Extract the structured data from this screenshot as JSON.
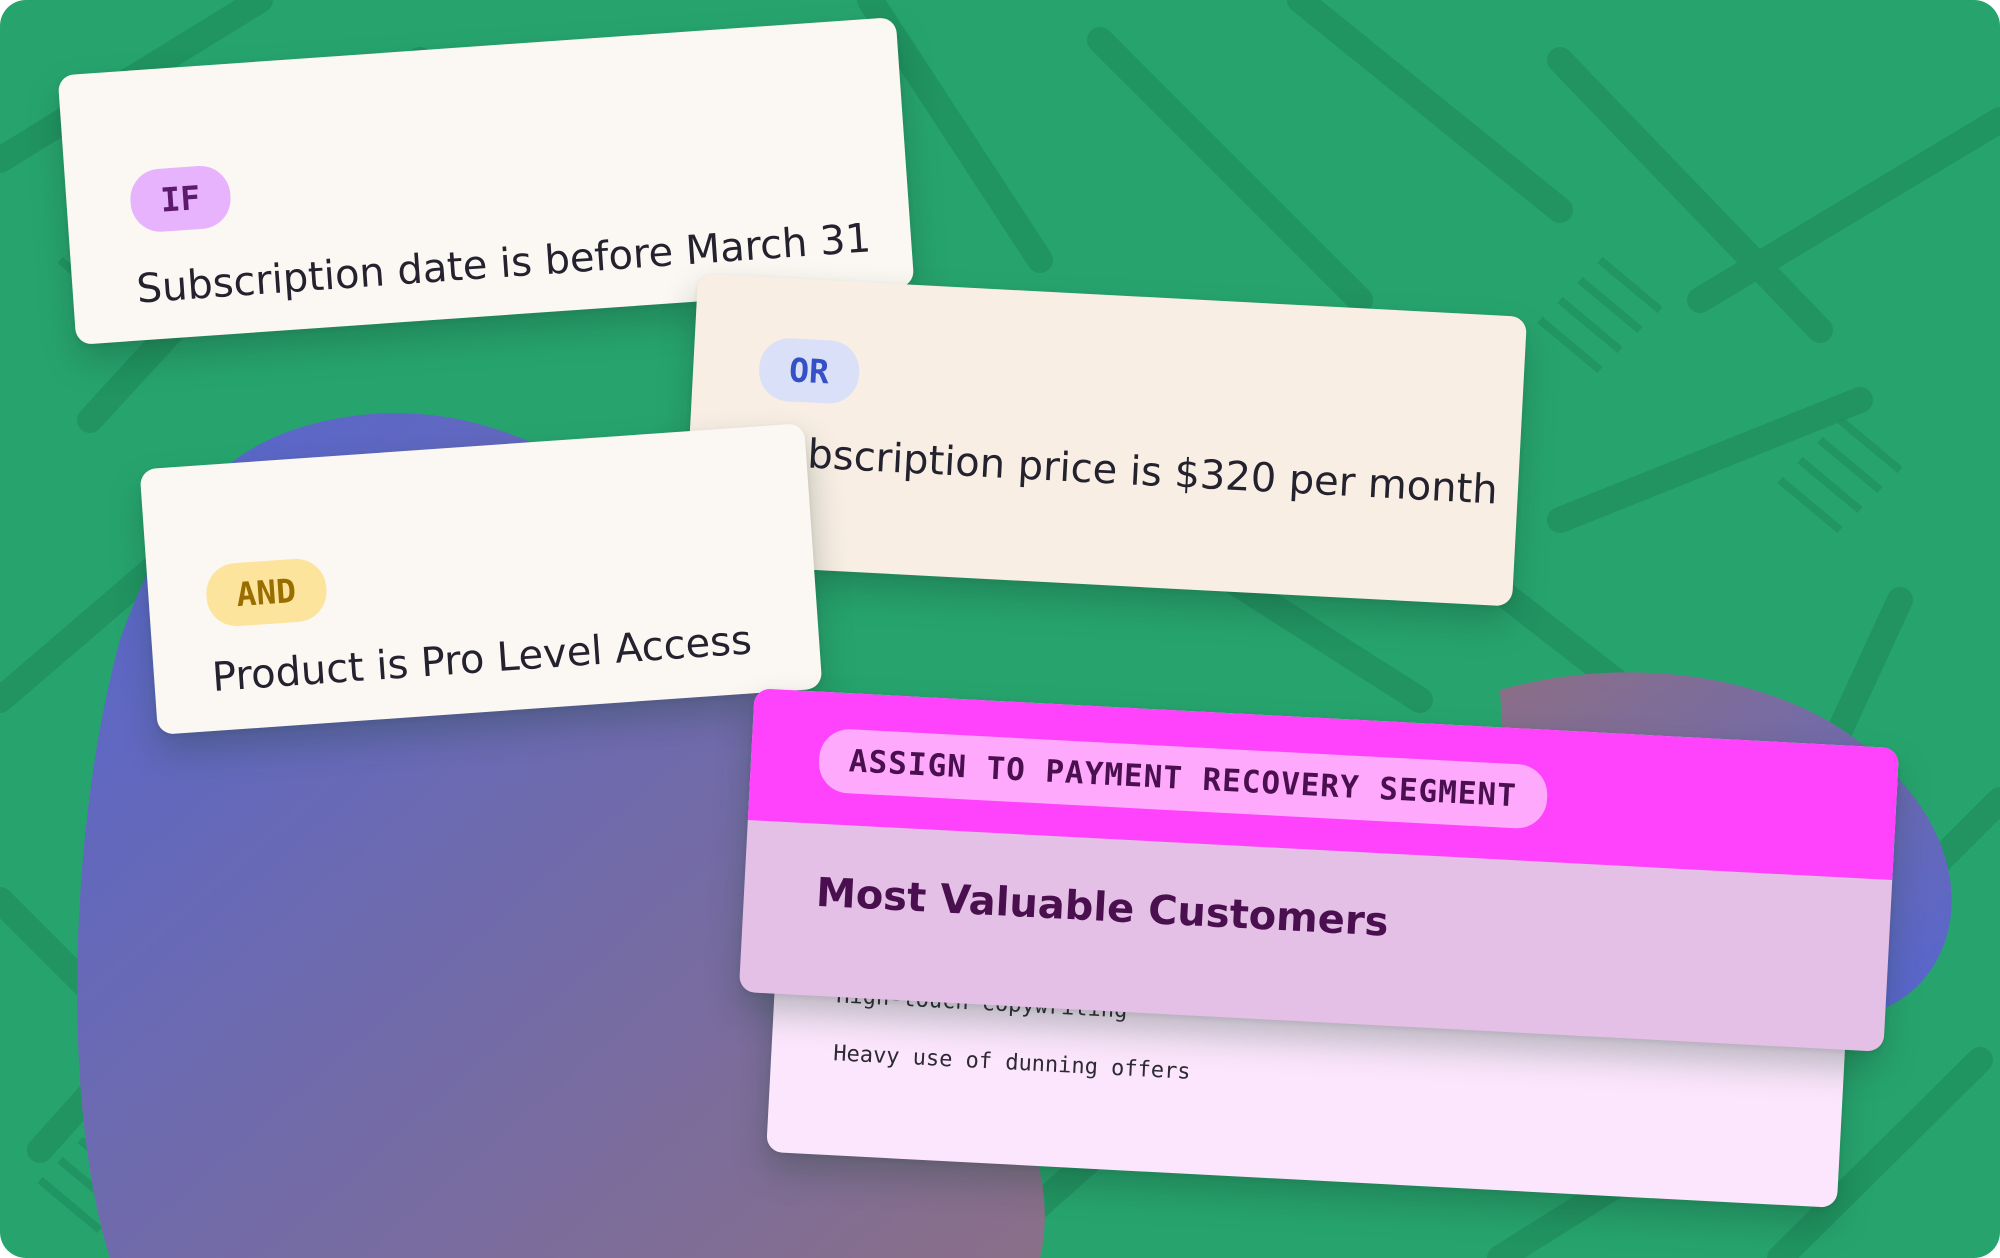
{
  "colors": {
    "background": "#27a46e",
    "pattern": "#1f8f5e",
    "card": "#fbf7f2",
    "if_pill": "#e7b3fd",
    "or_pill": "#dae0f7",
    "and_pill": "#fde49c",
    "segment_header": "#ff42fb",
    "segment_body": "#e4c0e6"
  },
  "conditions": {
    "if": {
      "label": "IF",
      "text": "Subscription date is before March 31"
    },
    "or": {
      "label": "OR",
      "text": "Subscription price is $320 per month"
    },
    "and": {
      "label": "AND",
      "text": "Product is Pro Level Access"
    }
  },
  "segment": {
    "action_label": "ASSIGN TO PAYMENT RECOVERY SEGMENT",
    "name": "Most Valuable Customers",
    "notes": [
      "High-touch copywriting",
      "Heavy use of dunning offers"
    ]
  }
}
